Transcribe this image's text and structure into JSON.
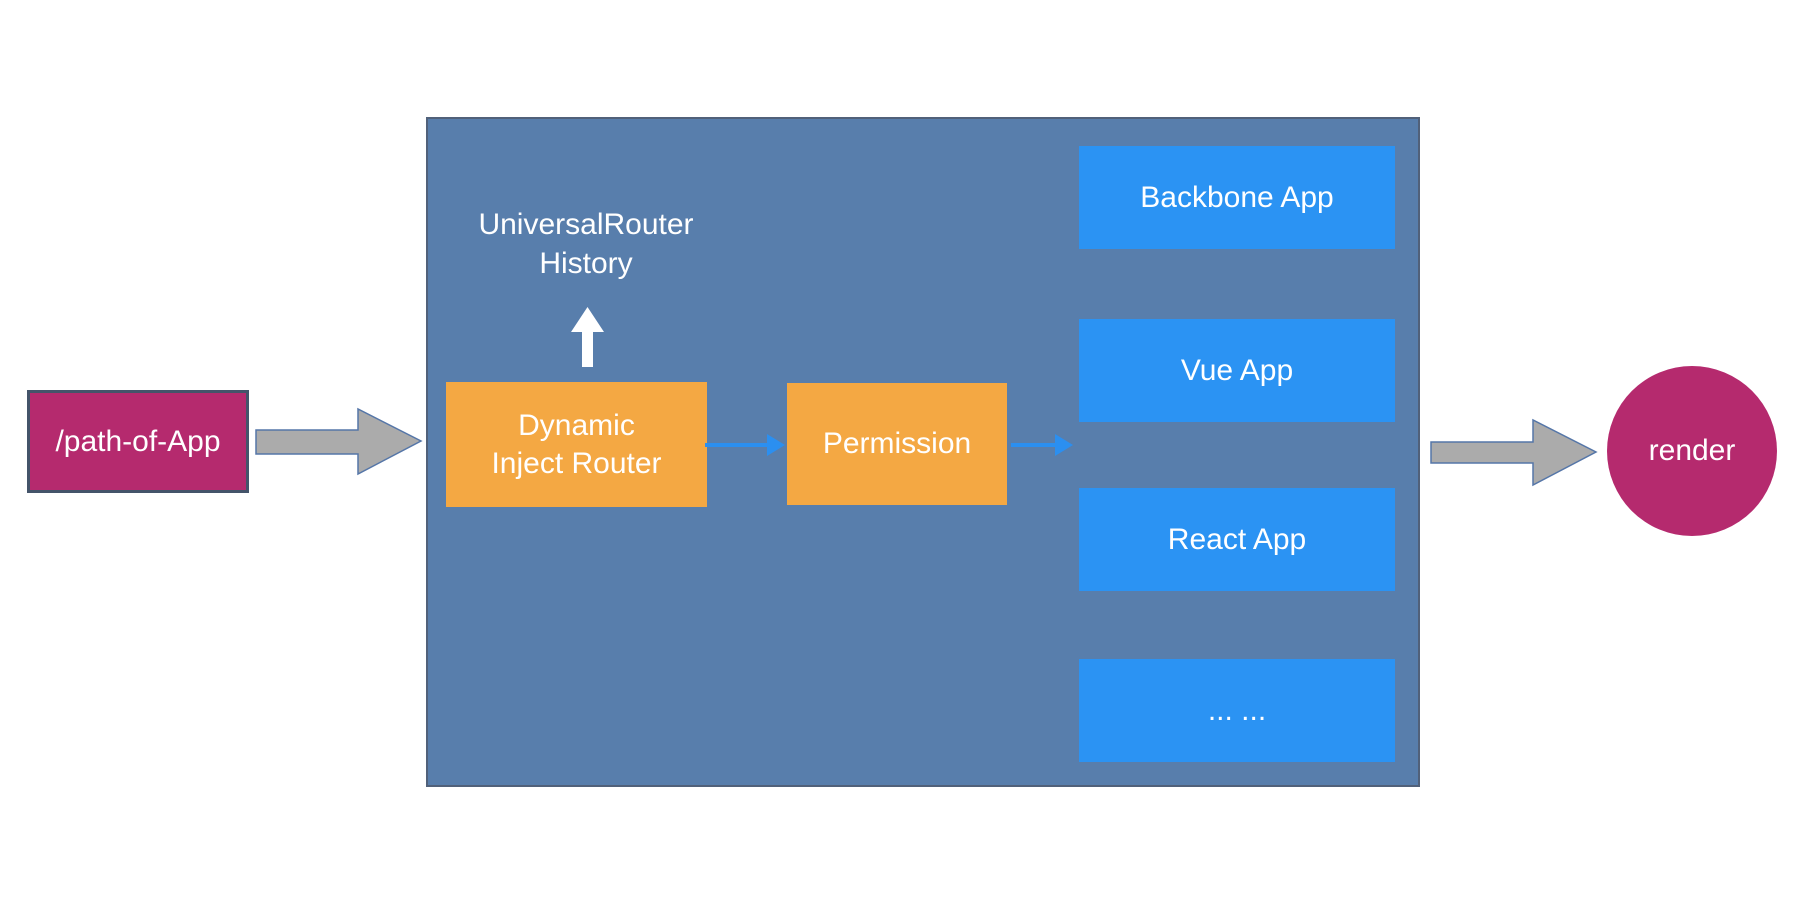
{
  "diagram": {
    "input": {
      "label": "/path-of-App"
    },
    "router_container": {
      "history": {
        "line1": "UniversalRouter",
        "line2": "History"
      },
      "dynamic_inject_router": {
        "line1": "Dynamic",
        "line2": "Inject Router"
      },
      "permission": {
        "label": "Permission"
      },
      "apps": [
        {
          "label": "Backbone App"
        },
        {
          "label": "Vue App"
        },
        {
          "label": "React App"
        },
        {
          "label": "... ..."
        }
      ]
    },
    "output": {
      "label": "render"
    },
    "colors": {
      "container_fill": "#587eac",
      "container_border": "#51617a",
      "app_box_fill": "#2b93f3",
      "process_box_fill": "#f4a843",
      "endpoint_fill": "#b52a6e",
      "endpoint_border": "#44546a",
      "gray_arrow_fill": "#ababab",
      "gray_arrow_border": "#5576a8",
      "blue_arrow": "#2b8ff0",
      "white_arrow": "#ffffff",
      "text": "#ffffff"
    }
  }
}
